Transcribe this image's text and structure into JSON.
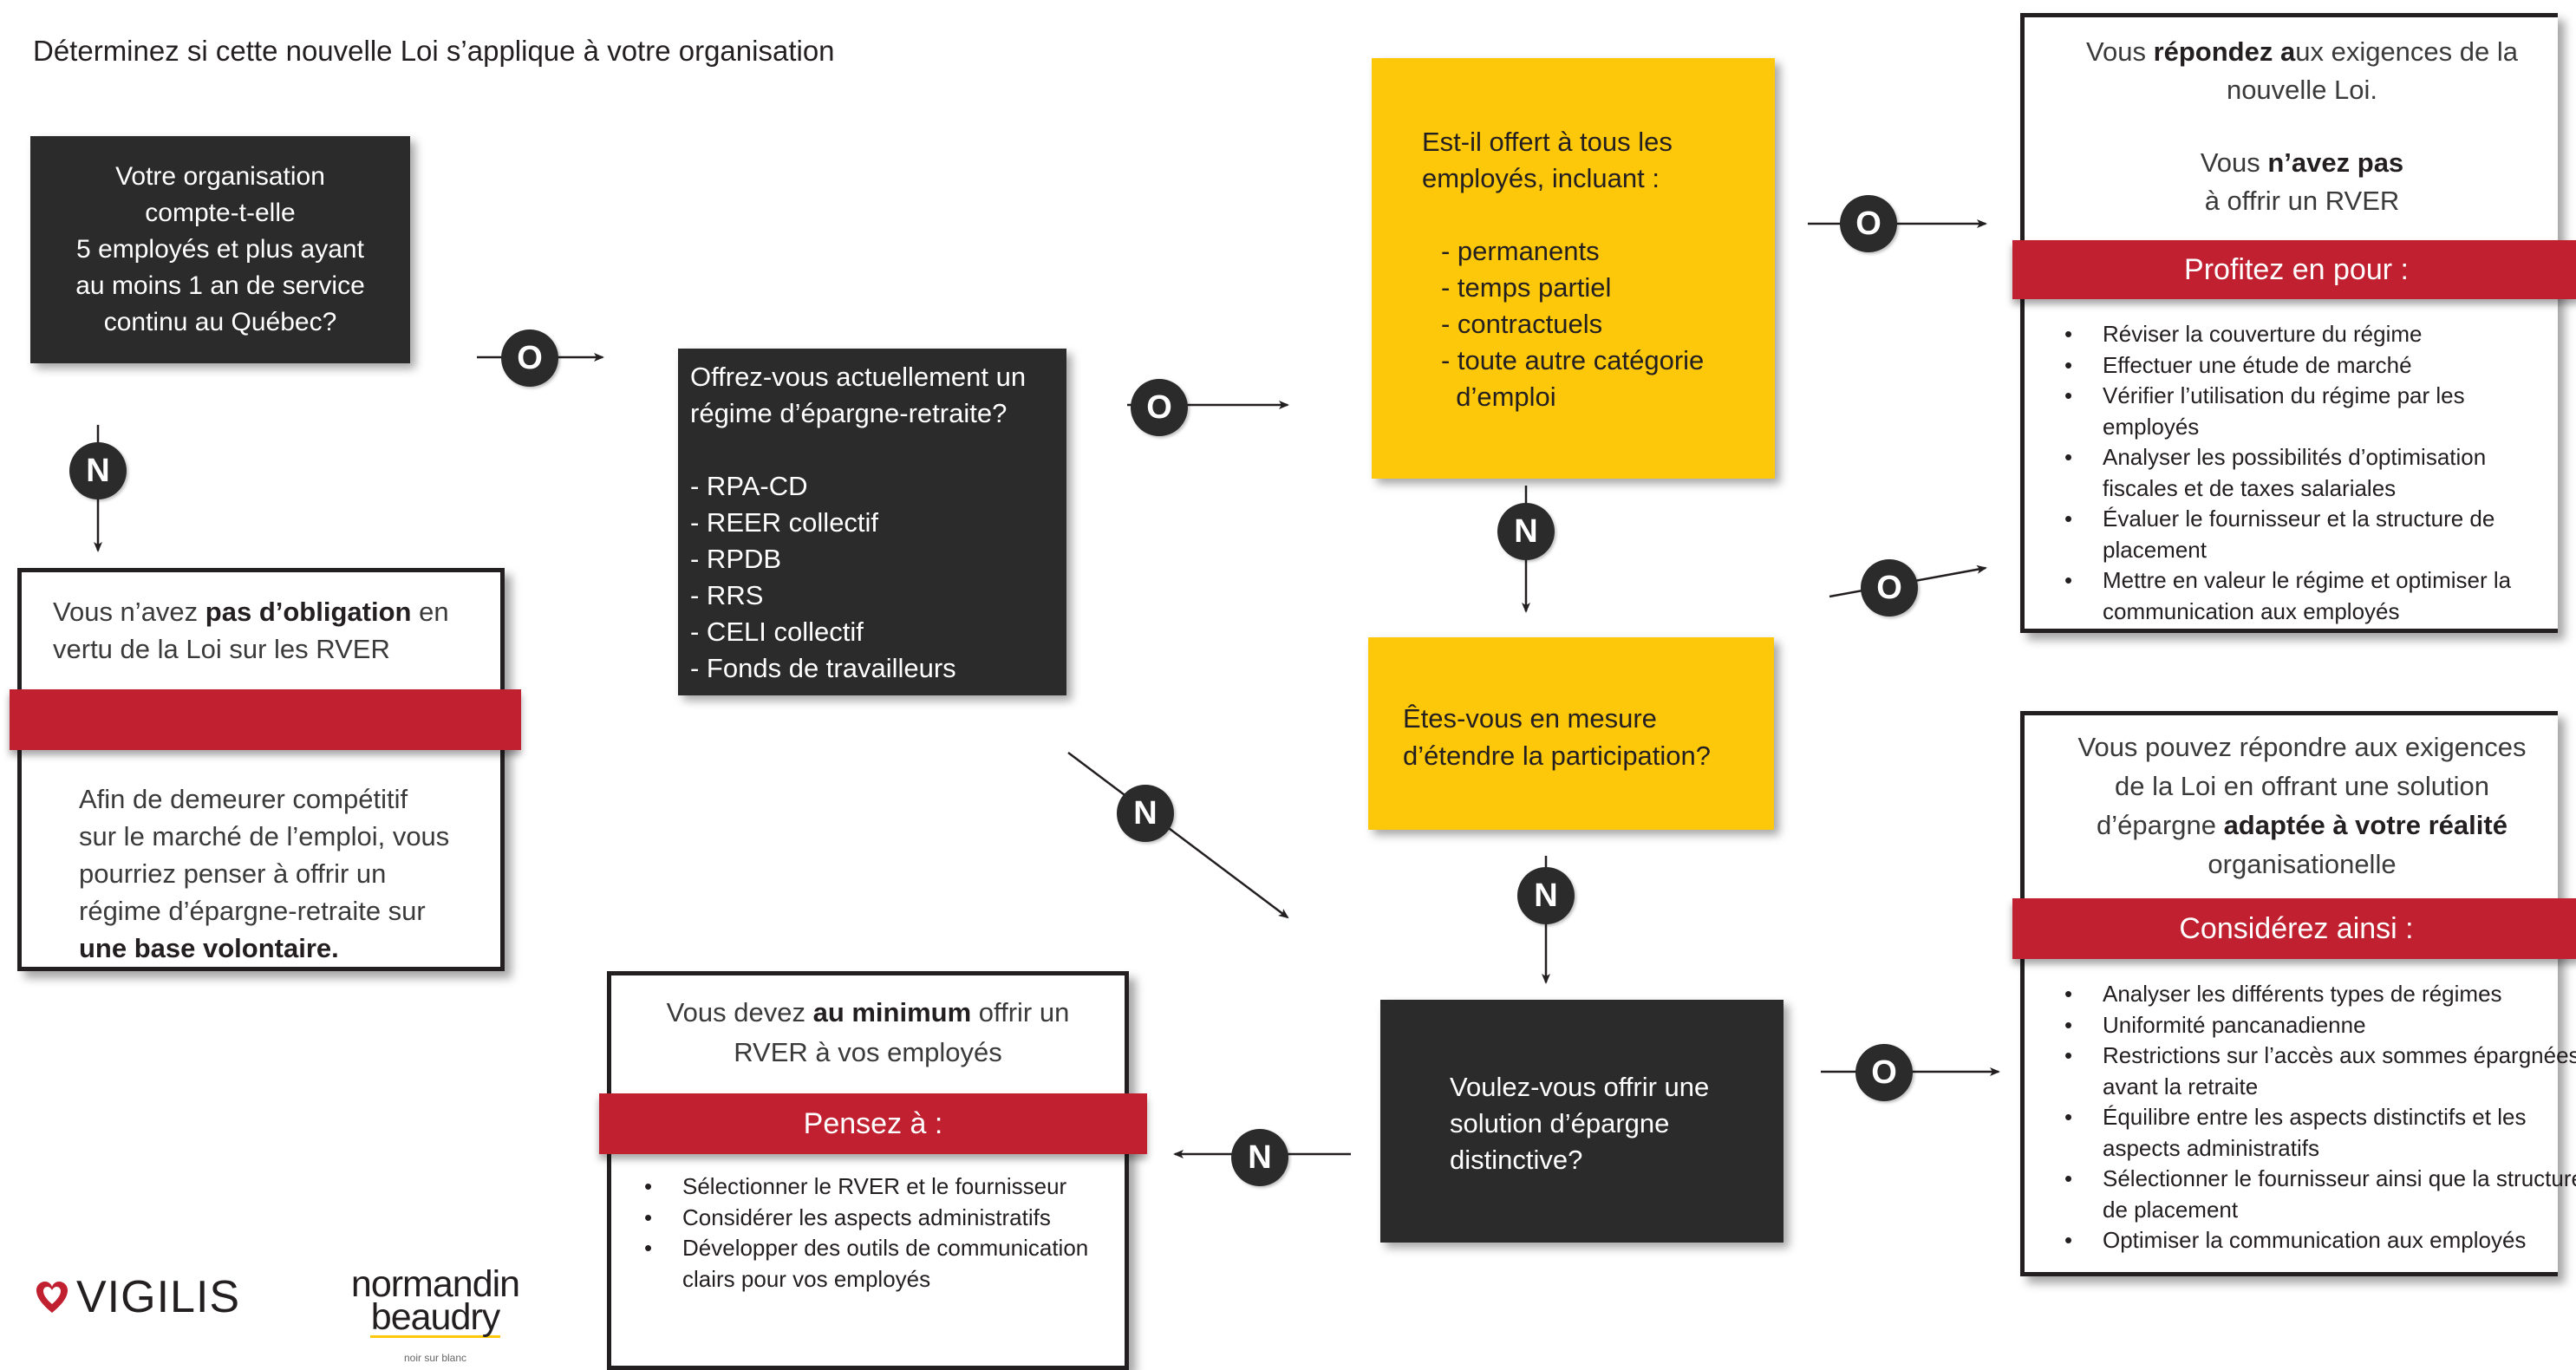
{
  "title": "Déterminez si cette nouvelle Loi s’applique à votre organisation",
  "q1": {
    "lines": [
      "Votre organisation",
      "compte-t-elle",
      "5 employés et plus ayant",
      "au moins 1 an de service",
      "continu au Québec?"
    ]
  },
  "q2": {
    "question": [
      "Offrez-vous actuellement un",
      "régime d’épargne-retraite?"
    ],
    "options": [
      "- RPA-CD",
      "- REER collectif",
      "- RPDB",
      "- RRS",
      "- CELI collectif",
      "- Fonds de travailleurs"
    ]
  },
  "q3": {
    "question": [
      "Est-il offert à tous les",
      "employés, incluant :"
    ],
    "options": [
      "- permanents",
      "- temps partiel",
      "- contractuels",
      "- toute autre catégorie",
      "  d’emploi"
    ]
  },
  "q4": {
    "lines": [
      "Êtes-vous en mesure",
      "d’étendre la participation?"
    ]
  },
  "q5": {
    "lines": [
      "Voulez-vous offrir une",
      "solution d’épargne",
      "distinctive?"
    ]
  },
  "labels": {
    "yes": "O",
    "no": "N"
  },
  "outcome_no_obligation": {
    "pre": "Vous n’avez ",
    "bold": "pas d’obligation",
    "post": " en",
    "line2": "vertu de la Loi sur les RVER",
    "band": "",
    "body": [
      "Afin de demeurer compétitif",
      "sur le marché de l’emploi, vous",
      "pourriez penser à offrir un",
      "régime d’épargne-retraite sur"
    ],
    "body_bold": "une base volontaire."
  },
  "outcome_meet": {
    "l1_pre": "Vous ",
    "l1_bold": "répondez a",
    "l1_post": "ux exigences de la",
    "l2": "nouvelle Loi.",
    "l3_pre": "Vous ",
    "l3_bold": "n’avez pas",
    "l4": "à offrir un RVER",
    "band": "Profitez en pour :",
    "bullets": [
      "Réviser la couverture du régime",
      "Effectuer une étude de marché",
      "Vérifier l’utilisation du régime par les employés",
      "Analyser les possibilités d’optimisation fiscales et de taxes salariales",
      "Évaluer le fournisseur et la structure de placement",
      "Mettre en valeur le régime et optimiser la communication aux employés"
    ]
  },
  "outcome_adapted": {
    "l1": "Vous pouvez répondre aux exigences",
    "l2": "de la Loi en offrant une solution",
    "l3_pre": "d’épargne ",
    "l3_bold": "adaptée à votre réalité",
    "l4": "organisationelle",
    "band": "Considérez ainsi :",
    "bullets": [
      "Analyser les différents types de régimes",
      "Uniformité pancanadienne",
      "Restrictions sur l’accès aux sommes épargnées avant la retraite",
      "Équilibre entre les aspects distinctifs et les aspects administratifs",
      "Sélectionner le fournisseur ainsi que la structure de placement",
      "Optimiser la communication aux employés"
    ]
  },
  "outcome_minimum": {
    "l1_pre": "Vous devez ",
    "l1_bold": "au minimum",
    "l1_post": " offrir un",
    "l2": "RVER à vos employés",
    "band": "Pensez à :",
    "bullets": [
      "Sélectionner le RVER et le fournisseur",
      "Considérer les aspects administratifs",
      "Développer des outils de communication clairs pour vos employés"
    ]
  },
  "logos": {
    "vigilis": "VIGILIS",
    "nb_line1": "normandin",
    "nb_line2": "beaudry",
    "nb_tagline": "noir sur blanc"
  },
  "colors": {
    "dark": "#2b2b2b",
    "yellow": "#fdc70a",
    "red": "#c0202f"
  }
}
